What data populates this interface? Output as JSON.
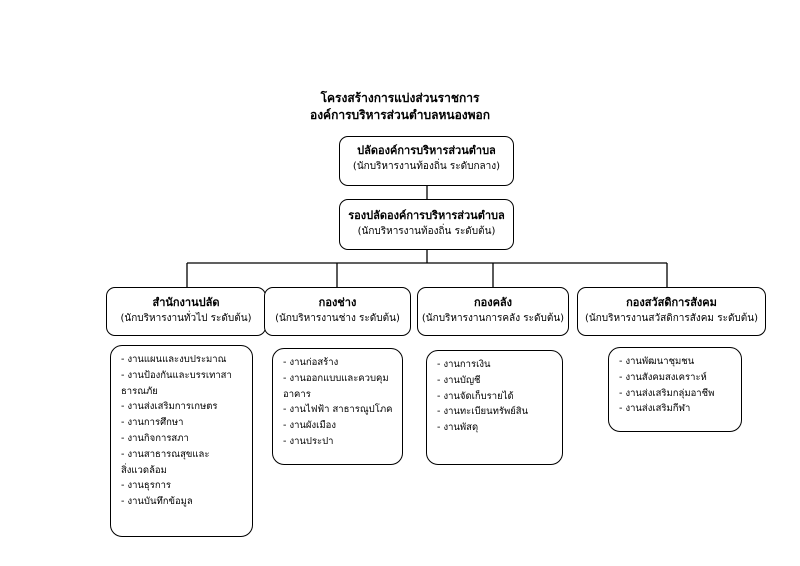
{
  "title": {
    "line1": "โครงสร้างการแบ่งส่วนราชการ",
    "line2": "องค์การบริหารส่วนตำบลหนองพอก"
  },
  "top": {
    "name": "ปลัดองค์การบริหารส่วนตำบล",
    "level": "(นักบริหารงานท้องถิ่น ระดับกลาง)"
  },
  "deputy": {
    "name": "รองปลัดองค์การบริหารส่วนตำบล",
    "level": "(นักบริหารงานท้องถิ่น ระดับต้น)"
  },
  "departments": [
    {
      "name": "สำนักงานปลัด",
      "level": "(นักบริหารงานทั่วไป ระดับต้น)",
      "tasks": [
        "- งานแผนและงบประมาณ",
        "- งานป้องกันและบรรเทาสา",
        "ธารณภัย",
        "- งานส่งเสริมการเกษตร",
        "- งานการศึกษา",
        "- งานกิจการสภา",
        "- งานสาธารณสุขและ",
        "สิ่งแวดล้อม",
        "- งานธุรการ",
        "- งานบันทึกข้อมูล"
      ]
    },
    {
      "name": "กองช่าง",
      "level": "(นักบริหารงานช่าง ระดับต้น)",
      "tasks": [
        "- งานก่อสร้าง",
        "- งานออกแบบและควบคุม",
        "อาคาร",
        "- งานไฟฟ้า สาธารณูปโภค",
        "- งานผังเมือง",
        "- งานประปา"
      ]
    },
    {
      "name": "กองคลัง",
      "level": "(นักบริหารงานการคลัง ระดับต้น)",
      "tasks": [
        "- งานการเงิน",
        "- งานบัญชี",
        "- งานจัดเก็บรายได้",
        "- งานทะเบียนทรัพย์สิน",
        "- งานพัสดุ"
      ]
    },
    {
      "name": "กองสวัสดิการสังคม",
      "level": "(นักบริหารงานสวัสดิการสังคม ระดับต้น)",
      "tasks": [
        "- งานพัฒนาชุมชน",
        "- งานสังคมสงเคราะห์",
        "- งานส่งเสริมกลุ่มอาชีพ",
        "- งานส่งเสริมกีฬา"
      ]
    }
  ]
}
